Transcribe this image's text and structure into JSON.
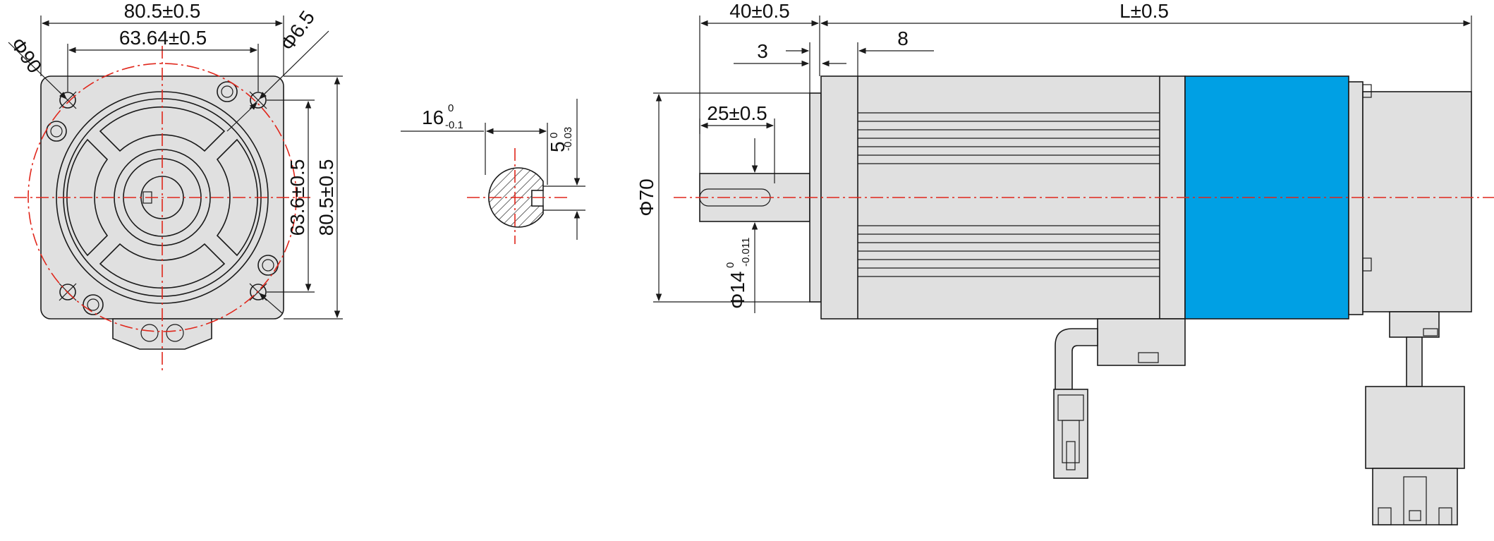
{
  "colors": {
    "line": "#1a1a1a",
    "centerline": "#e0261b",
    "body_fill": "#e0e0e0",
    "brake_band": "#00a0e4"
  },
  "front_view": {
    "flange_width": "80.5±0.5",
    "hole_spacing_h": "63.64±0.5",
    "hole_spacing_v": "63.6±0.5",
    "flange_height": "80.5±0.5",
    "pitch_circle": "Φ90",
    "hole_diameter": "Φ6.5"
  },
  "shaft_section": {
    "diameter_label": "16",
    "diameter_tol_upper": "0",
    "diameter_tol_lower": "-0.1",
    "key_label": "5",
    "key_tol_upper": "0",
    "key_tol_lower": "-0.03"
  },
  "side_view": {
    "shaft_length": "40±0.5",
    "flange_thickness": "3",
    "step_length": "8",
    "total_length": "L±0.5",
    "key_length": "25±0.5",
    "pilot_diameter": "Φ70",
    "shaft_diameter": "Φ14",
    "shaft_tol_upper": "0",
    "shaft_tol_lower": "-0.011"
  }
}
